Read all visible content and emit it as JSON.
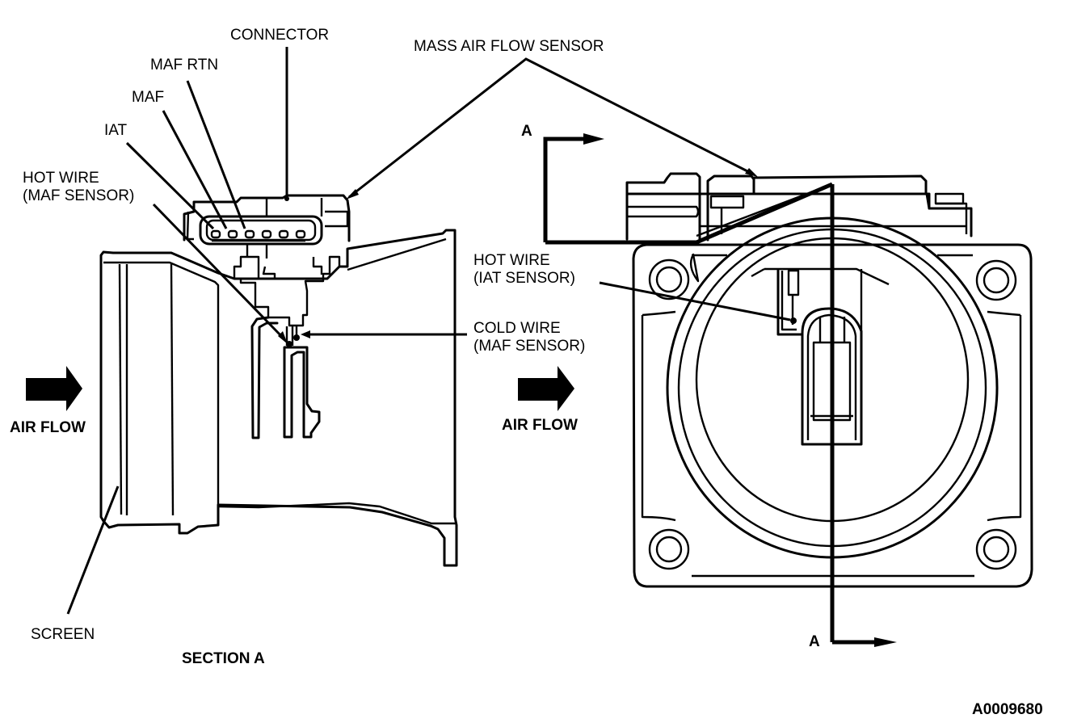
{
  "figure_id": "A0009680",
  "colors": {
    "ink": "#000000",
    "background": "#ffffff"
  },
  "left_view": {
    "title": "SECTION A",
    "labels": {
      "connector": "CONNECTOR",
      "maf_rtn": "MAF RTN",
      "maf": "MAF",
      "iat": "IAT",
      "hot_wire_line1": "HOT WIRE",
      "hot_wire_line2": "(MAF SENSOR)",
      "cold_wire_line1": "COLD WIRE",
      "cold_wire_line2": "(MAF SENSOR)",
      "screen": "SCREEN",
      "air_flow": "AIR FLOW"
    },
    "connector_pins": 6
  },
  "right_view": {
    "labels": {
      "mass_air_flow_sensor": "MASS AIR FLOW SENSOR",
      "hot_wire_line1": "HOT WIRE",
      "hot_wire_line2": "(IAT SENSOR)",
      "air_flow": "AIR FLOW",
      "section_marker_top": "A",
      "section_marker_bottom": "A"
    },
    "mounting_holes": 4
  }
}
